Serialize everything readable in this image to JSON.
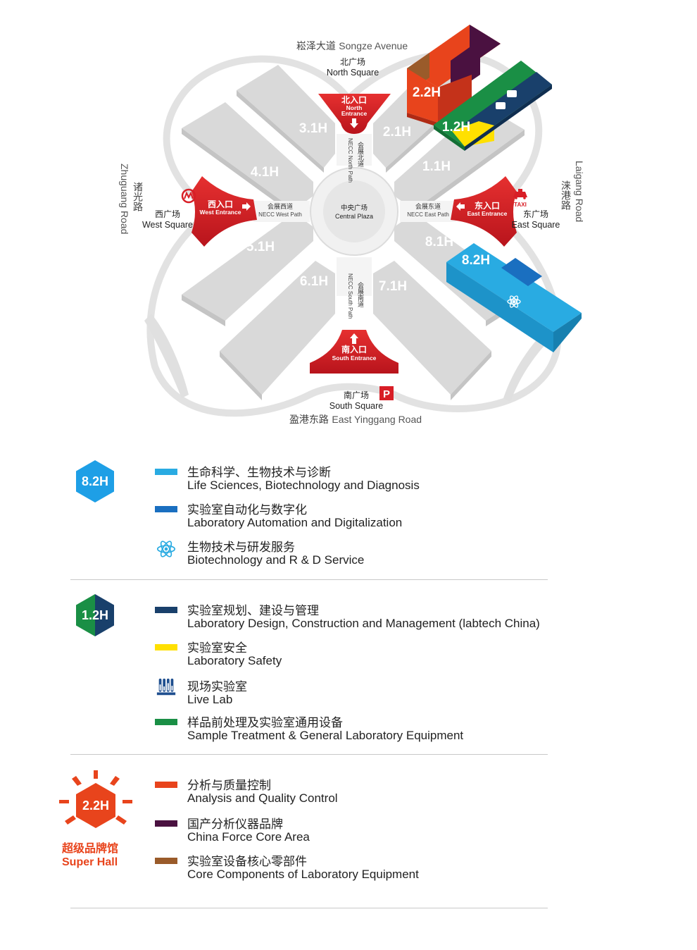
{
  "map": {
    "roads": {
      "north": {
        "cn": "崧泽大道",
        "en": "Songze Avenue"
      },
      "south": {
        "cn": "盈港东路",
        "en": "East Yinggang Road"
      },
      "west": {
        "cn": "诸光路",
        "en": "Zhuguang Road"
      },
      "east": {
        "cn": "涞港路",
        "en": "Laigang Road"
      }
    },
    "squares": {
      "north": {
        "cn": "北广场",
        "en": "North Square"
      },
      "south": {
        "cn": "南广场",
        "en": "South Square"
      },
      "west": {
        "cn": "西广场",
        "en": "West Square"
      },
      "east": {
        "cn": "东广场",
        "en": "East Square"
      },
      "central": {
        "cn": "中央广场",
        "en": "Central Plaza"
      }
    },
    "entrances": {
      "north": {
        "cn": "北入口",
        "en1": "North",
        "en2": "Entrance"
      },
      "south": {
        "cn": "南入口",
        "en": "South Entrance"
      },
      "west": {
        "cn": "西入口",
        "en": "West Entrance"
      },
      "east": {
        "cn": "东入口",
        "en": "East Entrance"
      }
    },
    "paths": {
      "north": {
        "cn": "会展北道",
        "en": "NECC North Path"
      },
      "south": {
        "cn": "会展南道",
        "en": "NECC South Path"
      },
      "west": {
        "cn": "会展西道",
        "en": "NECC West Path"
      },
      "east": {
        "cn": "会展东道",
        "en": "NECC East Path"
      }
    },
    "halls": {
      "h31": "3.1H",
      "h21": "2.1H",
      "h41": "4.1H",
      "h11": "1.1H",
      "h51": "5.1H",
      "h81": "8.1H",
      "h61": "6.1H",
      "h71": "7.1H",
      "h22": "2.2H",
      "h12": "1.2H",
      "h82": "8.2H"
    },
    "taxi_label": "TAXI",
    "parking_label": "P"
  },
  "legend": {
    "s82": {
      "badge": "8.2H",
      "badge_color": "#1e9fe6",
      "items": [
        {
          "cn": "生命科学、生物技术与诊断",
          "en": "Life Sciences, Biotechnology and Diagnosis",
          "color": "#29abe2",
          "icon": "swatch"
        },
        {
          "cn": "实验室自动化与数字化",
          "en": "Laboratory Automation and Digitalization",
          "color": "#1a6fc0",
          "icon": "swatch"
        },
        {
          "cn": "生物技术与研发服务",
          "en": "Biotechnology and R & D Service",
          "color": "#29abe2",
          "icon": "atom-icon"
        }
      ]
    },
    "s12": {
      "badge": "1.2H",
      "badge_colors": [
        "#1a8f45",
        "#19406b"
      ],
      "items": [
        {
          "cn": "实验室规划、建设与管理",
          "en": "Laboratory Design, Construction and Management (labtech China)",
          "color": "#19406b",
          "icon": "swatch"
        },
        {
          "cn": "实验室安全",
          "en": "Laboratory Safety",
          "color": "#ffe000",
          "icon": "swatch"
        },
        {
          "cn": "现场实验室",
          "en": "Live Lab",
          "color": "#1f4f8f",
          "icon": "test-tubes-icon"
        },
        {
          "cn": "样品前处理及实验室通用设备",
          "en": "Sample Treatment & General Laboratory Equipment",
          "color": "#1a8f45",
          "icon": "swatch"
        }
      ]
    },
    "s22": {
      "badge": "2.2H",
      "badge_color": "#e8441c",
      "super_cn": "超级品牌馆",
      "super_en": "Super Hall",
      "items": [
        {
          "cn": "分析与质量控制",
          "en": "Analysis and Quality Control",
          "color": "#e8441c",
          "icon": "swatch"
        },
        {
          "cn": "国产分析仪器品牌",
          "en": "China Force Core Area",
          "color": "#4a1140",
          "icon": "swatch"
        },
        {
          "cn": "实验室设备核心零部件",
          "en": "Core Components of Laboratory Equipment",
          "color": "#9a5b2a",
          "icon": "swatch"
        }
      ]
    }
  }
}
